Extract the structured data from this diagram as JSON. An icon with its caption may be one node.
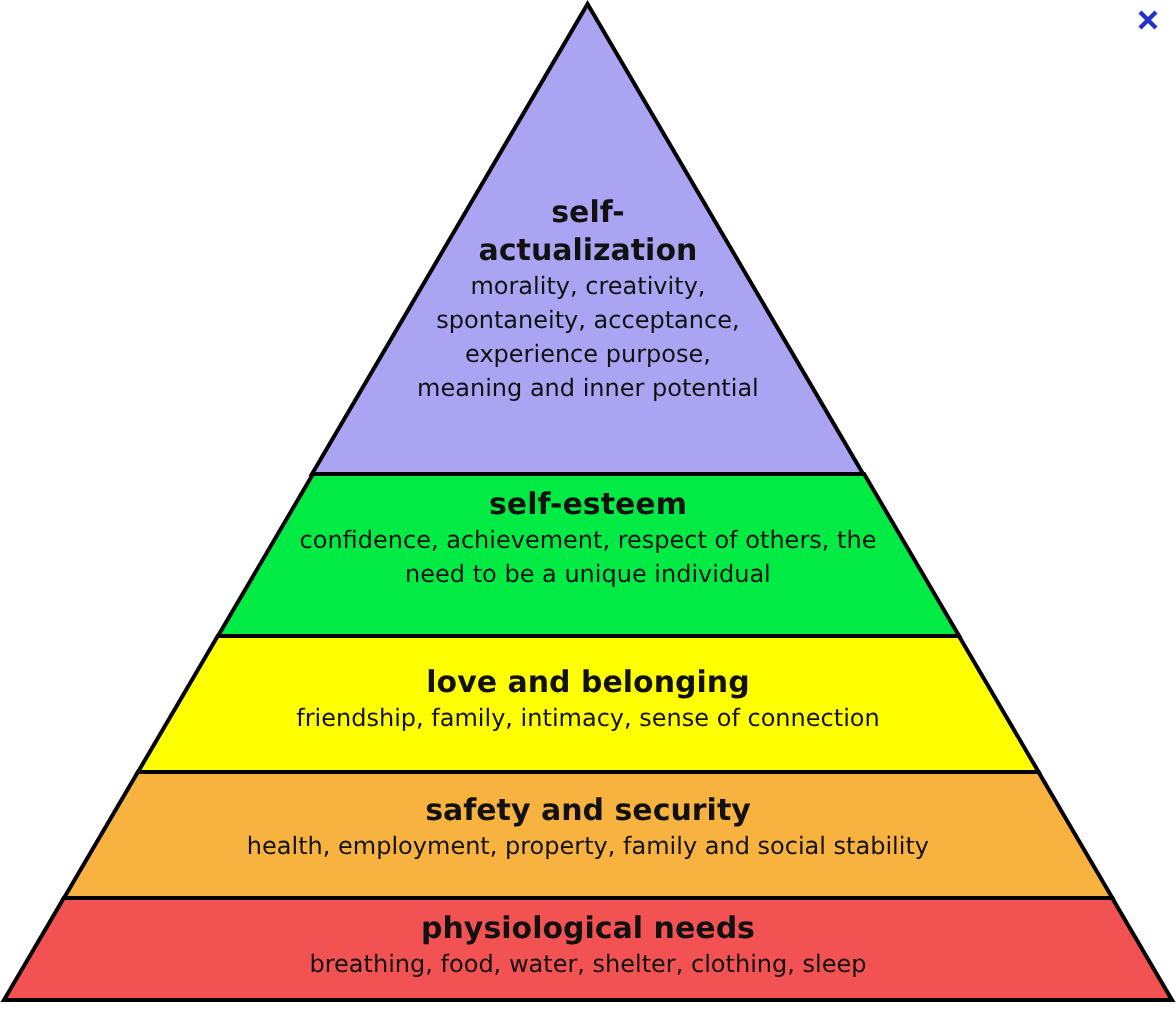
{
  "diagram": {
    "nodes": [
      {
        "text": [
          "self- actualization",
          "morality, creativity, spontaneity, acceptance, experience purpose, meaning and inner potential"
        ]
      },
      {
        "text": [
          "self-esteem",
          "confidence, achievement, respect of others, the need to be a unique individual"
        ]
      },
      {
        "text": [
          "love and belonging",
          "friendship, family, intimacy, sense of connection"
        ]
      },
      {
        "text": [
          "safety and security",
          "health, employment, property, family and social stability"
        ]
      },
      {
        "text": [
          "physiological needs",
          "breathing, food, water, shelter, clothing, sleep"
        ]
      }
    ]
  }
}
